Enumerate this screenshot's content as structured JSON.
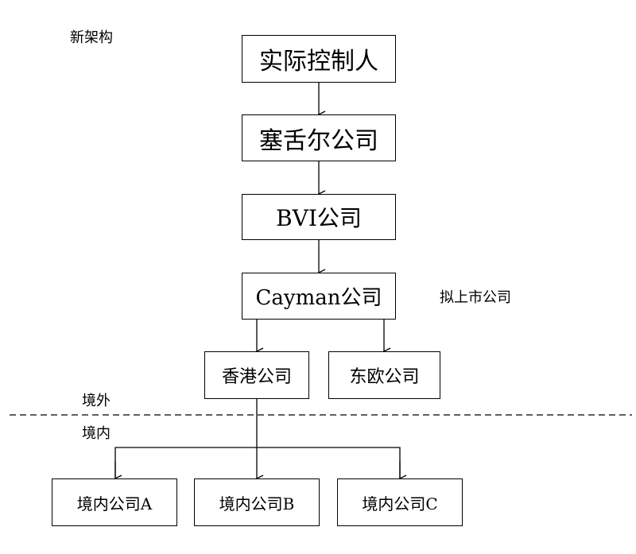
{
  "diagram": {
    "title": "新架构",
    "nodes": {
      "controller": "实际控制人",
      "seychelles": "塞舌尔公司",
      "bvi": "BVI公司",
      "cayman": "Cayman公司",
      "hongkong": "香港公司",
      "easteurope": "东欧公司",
      "domestic_a": "境内公司A",
      "domestic_b": "境内公司B",
      "domestic_c": "境内公司C"
    },
    "annotations": {
      "listed_company": "拟上市公司",
      "offshore": "境外",
      "onshore": "境内"
    },
    "edges": [
      [
        "controller",
        "seychelles"
      ],
      [
        "seychelles",
        "bvi"
      ],
      [
        "bvi",
        "cayman"
      ],
      [
        "cayman",
        "hongkong"
      ],
      [
        "cayman",
        "easteurope"
      ],
      [
        "hongkong",
        "domestic_a"
      ],
      [
        "hongkong",
        "domestic_b"
      ],
      [
        "hongkong",
        "domestic_c"
      ]
    ]
  }
}
